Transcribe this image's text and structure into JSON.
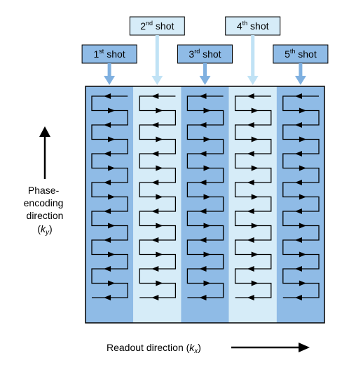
{
  "colors": {
    "dark_strip": "#8fbbe6",
    "light_strip": "#d6ecf8",
    "border": "#000000",
    "dark_arrow": "#7fb0e0",
    "light_arrow": "#c0e2f5",
    "trajectory": "#000000"
  },
  "shots": [
    {
      "num": "1",
      "suffix": "st",
      "word": "shot",
      "tone": "dark"
    },
    {
      "num": "2",
      "suffix": "nd",
      "word": "shot",
      "tone": "light"
    },
    {
      "num": "3",
      "suffix": "rd",
      "word": "shot",
      "tone": "dark"
    },
    {
      "num": "4",
      "suffix": "th",
      "word": "shot",
      "tone": "light"
    },
    {
      "num": "5",
      "suffix": "th",
      "word": "shot",
      "tone": "dark"
    }
  ],
  "phase_label": {
    "line1": "Phase-",
    "line2": "encoding",
    "line3": "direction",
    "open": "(",
    "k": "k",
    "sub": "y",
    "close": ")"
  },
  "readout_label": {
    "text": "Readout direction (",
    "k": "k",
    "sub": "x",
    "close": ")"
  }
}
